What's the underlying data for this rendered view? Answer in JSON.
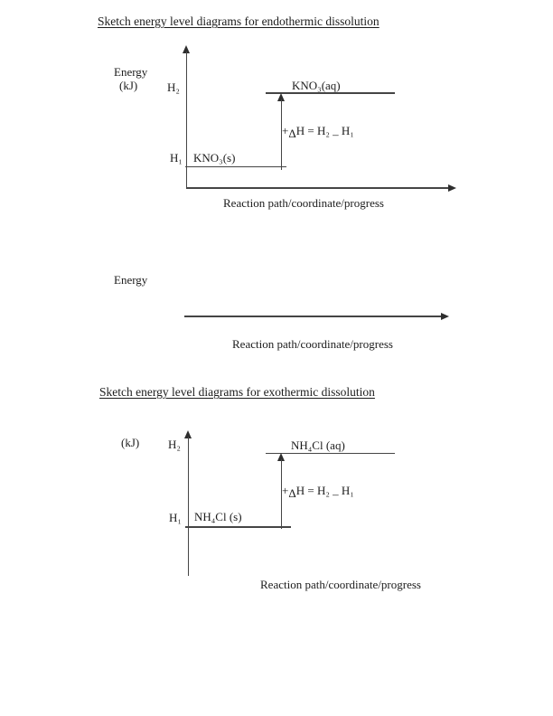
{
  "colors": {
    "background": "#ffffff",
    "ink": "#1c1c1c",
    "line": "#454545"
  },
  "section_endothermic": {
    "title": "Sketch energy level diagrams for endothermic dissolution",
    "diagram": {
      "y_axis_label": "Energy",
      "y_axis_unit": "(kJ)",
      "upper_level_symbol": "H₂",
      "lower_level_symbol": "H₁",
      "upper_level_label": "KNO₃(aq)",
      "lower_level_label": "KNO₃(s)",
      "delta_equation": {
        "plus": "+",
        "delta": "Δ",
        "body": "H = H₂ ",
        "minus": "–",
        "tail": " H₁"
      },
      "x_axis_label": "Reaction path/coordinate/progress"
    }
  },
  "blank_diagram": {
    "y_axis_label": "Energy",
    "x_axis_label": "Reaction path/coordinate/progress"
  },
  "section_exothermic": {
    "title": "Sketch energy level diagrams for exothermic dissolution",
    "diagram": {
      "y_axis_unit": "(kJ)",
      "upper_level_symbol": "H₂",
      "lower_level_symbol": "H₁",
      "upper_level_label": "NH₄Cl (aq)",
      "lower_level_label": "NH₄Cl (s)",
      "delta_equation": {
        "plus": "+",
        "delta": "Δ",
        "body": "H = H₂ ",
        "minus": "–",
        "tail": " H₁"
      },
      "x_axis_label": "Reaction path/coordinate/progress"
    }
  }
}
